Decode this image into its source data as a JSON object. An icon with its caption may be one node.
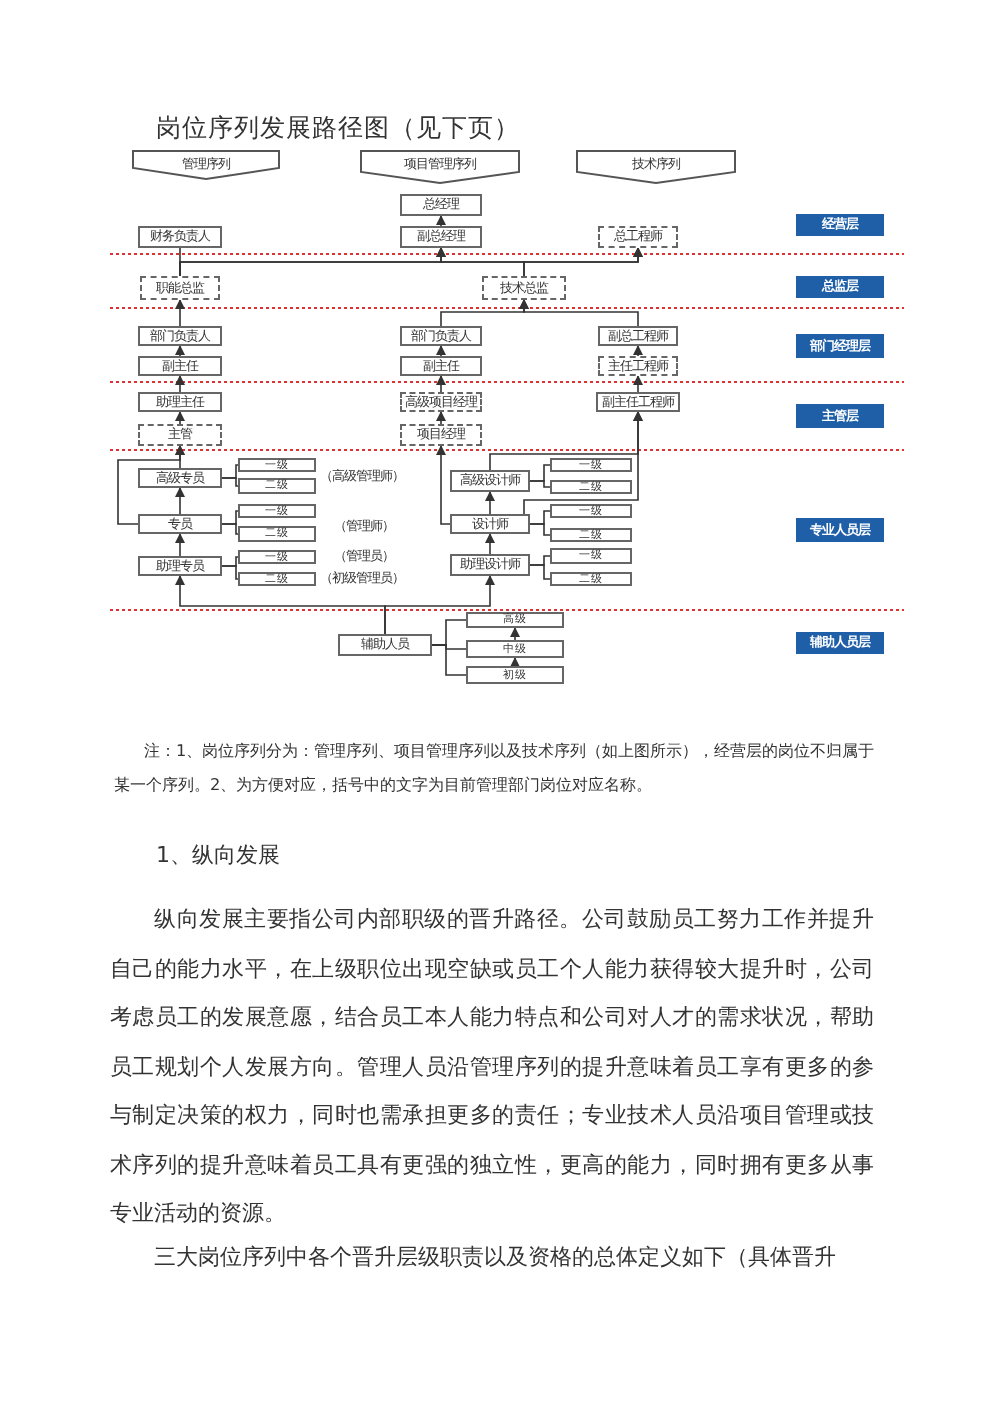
{
  "diagram": {
    "title": "岗位序列发展路径图（见下页）",
    "nodes": [
      {
        "text": [
          "管理序列"
        ]
      },
      {
        "text": [
          "项目管理序列"
        ]
      },
      {
        "text": [
          "技术序列"
        ]
      },
      {
        "text": [
          "总经理"
        ]
      },
      {
        "text": [
          "财务负责人"
        ]
      },
      {
        "text": [
          "副总经理"
        ]
      },
      {
        "text": [
          "总工程师"
        ]
      },
      {
        "text": [
          "职能总监"
        ]
      },
      {
        "text": [
          "技术总监"
        ]
      },
      {
        "text": [
          "部门负责人"
        ]
      },
      {
        "text": [
          "部门负责人"
        ]
      },
      {
        "text": [
          "副总工程师"
        ]
      },
      {
        "text": [
          "副主任"
        ]
      },
      {
        "text": [
          "副主任"
        ]
      },
      {
        "text": [
          "主任工程师"
        ]
      },
      {
        "text": [
          "助理主任"
        ]
      },
      {
        "text": [
          "高级项目经理"
        ]
      },
      {
        "text": [
          "副主任工程师"
        ]
      },
      {
        "text": [
          "主管"
        ]
      },
      {
        "text": [
          "项目经理"
        ]
      },
      {
        "text": [
          "高级专员"
        ]
      },
      {
        "text": [
          "一级"
        ]
      },
      {
        "text": [
          "二级"
        ]
      },
      {
        "text": [
          "高级设计师"
        ]
      },
      {
        "text": [
          "一级"
        ]
      },
      {
        "text": [
          "二级"
        ]
      },
      {
        "text": [
          "专员"
        ]
      },
      {
        "text": [
          "一级"
        ]
      },
      {
        "text": [
          "二级"
        ]
      },
      {
        "text": [
          "设计师"
        ]
      },
      {
        "text": [
          "一级"
        ]
      },
      {
        "text": [
          "二级"
        ]
      },
      {
        "text": [
          "助理专员"
        ]
      },
      {
        "text": [
          "一级"
        ]
      },
      {
        "text": [
          "二级"
        ]
      },
      {
        "text": [
          "助理设计师"
        ]
      },
      {
        "text": [
          "一级"
        ]
      },
      {
        "text": [
          "二级"
        ]
      },
      {
        "text": [
          "高级"
        ]
      },
      {
        "text": [
          "辅助人员"
        ]
      },
      {
        "text": [
          "中级"
        ]
      },
      {
        "text": [
          "初级"
        ]
      },
      {
        "text": [
          "经营层"
        ]
      },
      {
        "text": [
          "总监层"
        ]
      },
      {
        "text": [
          "部门经理层"
        ]
      },
      {
        "text": [
          "主管层"
        ]
      },
      {
        "text": [
          "专业人员层"
        ]
      },
      {
        "text": [
          "辅助人员层"
        ]
      }
    ],
    "edges": [
      {
        "from": 5,
        "to": 3,
        "arrow": "to"
      },
      {
        "from": 7,
        "to": 4,
        "arrow": "none"
      },
      {
        "from": 7,
        "to": 5,
        "arrow": "to"
      },
      {
        "from": 7,
        "to": 6,
        "arrow": "to"
      },
      {
        "from": 8,
        "to": 5,
        "arrow": "to"
      },
      {
        "from": 8,
        "to": 6,
        "arrow": "to"
      },
      {
        "from": 9,
        "to": 7,
        "arrow": "to"
      },
      {
        "from": 10,
        "to": 8,
        "arrow": "to"
      },
      {
        "from": 11,
        "to": 8,
        "arrow": "to"
      },
      {
        "from": 12,
        "to": 9,
        "arrow": "to"
      },
      {
        "from": 13,
        "to": 10,
        "arrow": "to"
      },
      {
        "from": 14,
        "to": 11,
        "arrow": "to"
      },
      {
        "from": 15,
        "to": 12,
        "arrow": "to"
      },
      {
        "from": 16,
        "to": 13,
        "arrow": "to"
      },
      {
        "from": 17,
        "to": 14,
        "arrow": "to"
      },
      {
        "from": 18,
        "to": 15,
        "arrow": "to"
      },
      {
        "from": 19,
        "to": 16,
        "arrow": "to"
      },
      {
        "from": 20,
        "to": 18,
        "arrow": "to"
      },
      {
        "from": 26,
        "to": 20,
        "arrow": "to"
      },
      {
        "from": 26,
        "to": 18,
        "arrow": "to"
      },
      {
        "from": 32,
        "to": 26,
        "arrow": "to"
      },
      {
        "from": 23,
        "to": 17,
        "arrow": "to"
      },
      {
        "from": 29,
        "to": 23,
        "arrow": "to"
      },
      {
        "from": 29,
        "to": 19,
        "arrow": "to"
      },
      {
        "from": 29,
        "to": 17,
        "arrow": "to"
      },
      {
        "from": 35,
        "to": 29,
        "arrow": "to"
      },
      {
        "from": 20,
        "to": 21,
        "arrow": "none"
      },
      {
        "from": 20,
        "to": 22,
        "arrow": "none"
      },
      {
        "from": 26,
        "to": 27,
        "arrow": "none"
      },
      {
        "from": 26,
        "to": 28,
        "arrow": "none"
      },
      {
        "from": 32,
        "to": 33,
        "arrow": "none"
      },
      {
        "from": 32,
        "to": 34,
        "arrow": "none"
      },
      {
        "from": 23,
        "to": 24,
        "arrow": "none"
      },
      {
        "from": 23,
        "to": 25,
        "arrow": "none"
      },
      {
        "from": 29,
        "to": 30,
        "arrow": "none"
      },
      {
        "from": 29,
        "to": 31,
        "arrow": "none"
      },
      {
        "from": 35,
        "to": 36,
        "arrow": "none"
      },
      {
        "from": 35,
        "to": 37,
        "arrow": "none"
      },
      {
        "from": 39,
        "to": 32,
        "arrow": "to"
      },
      {
        "from": 39,
        "to": 35,
        "arrow": "to"
      },
      {
        "from": 39,
        "to": 38,
        "arrow": "none"
      },
      {
        "from": 39,
        "to": 40,
        "arrow": "none"
      },
      {
        "from": 39,
        "to": 41,
        "arrow": "none"
      },
      {
        "from": 41,
        "to": 40,
        "arrow": "to"
      },
      {
        "from": 40,
        "to": 38,
        "arrow": "to"
      }
    ],
    "labels": [
      "（高级管理师）",
      "（管理师）",
      "（管理员）",
      "（初级管理员）",
      "注：1、岗位序列分为：管理序列、项目管理序列以及技术序列（如上图所示），经营层的岗位不归属于某一个序列。2、为方便对应，括号中的文字为目前管理部门岗位对应名称。",
      "1、纵向发展",
      "纵向发展主要指公司内部职级的晋升路径。公司鼓励员工努力工作并提升自己的能力水平，在上级职位出现空缺或员工个人能力获得较大提升时，公司考虑员工的发展意愿，结合员工本人能力特点和公司对人才的需求状况，帮助员工规划个人发展方向。管理人员沿管理序列的提升意味着员工享有更多的参与制定决策的权力，同时也需承担更多的责任；专业技术人员沿项目管理或技术序列的提升意味着员工具有更强的独立性，更高的能力，同时拥有更多从事专业活动的资源。",
      "三大岗位序列中各个晋升层级职责以及资格的总体定义如下（具体晋升"
    ]
  }
}
